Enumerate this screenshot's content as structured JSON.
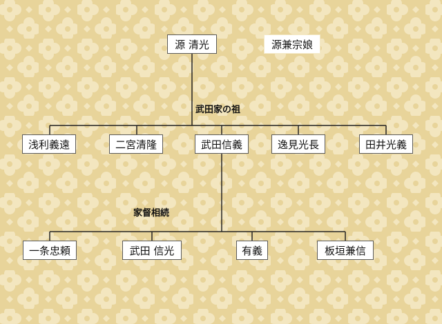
{
  "background": {
    "base": "#e8d49a",
    "motif": "#f3e6bf"
  },
  "line_color": "#222222",
  "nodes": {
    "kiyomitsu": "源 清光",
    "kanemune_daughter": "源兼宗娘",
    "asari_yoshito": "浅利義遠",
    "ninomiya_kiyotaka": "二宮清隆",
    "takeda_nobuyoshi": "武田信義",
    "henmi_mitsunaga": "逸見光長",
    "tai_mitsuyoshi": "田井光義",
    "ichijo_tadayori": "一条忠頼",
    "takeda_nobumitsu": "武田 信光",
    "ariyoshi": "有義",
    "itagaki_kanenobu": "板垣兼信"
  },
  "labels": {
    "takeda_founder": "武田家の祖",
    "succession": "家督相続"
  }
}
